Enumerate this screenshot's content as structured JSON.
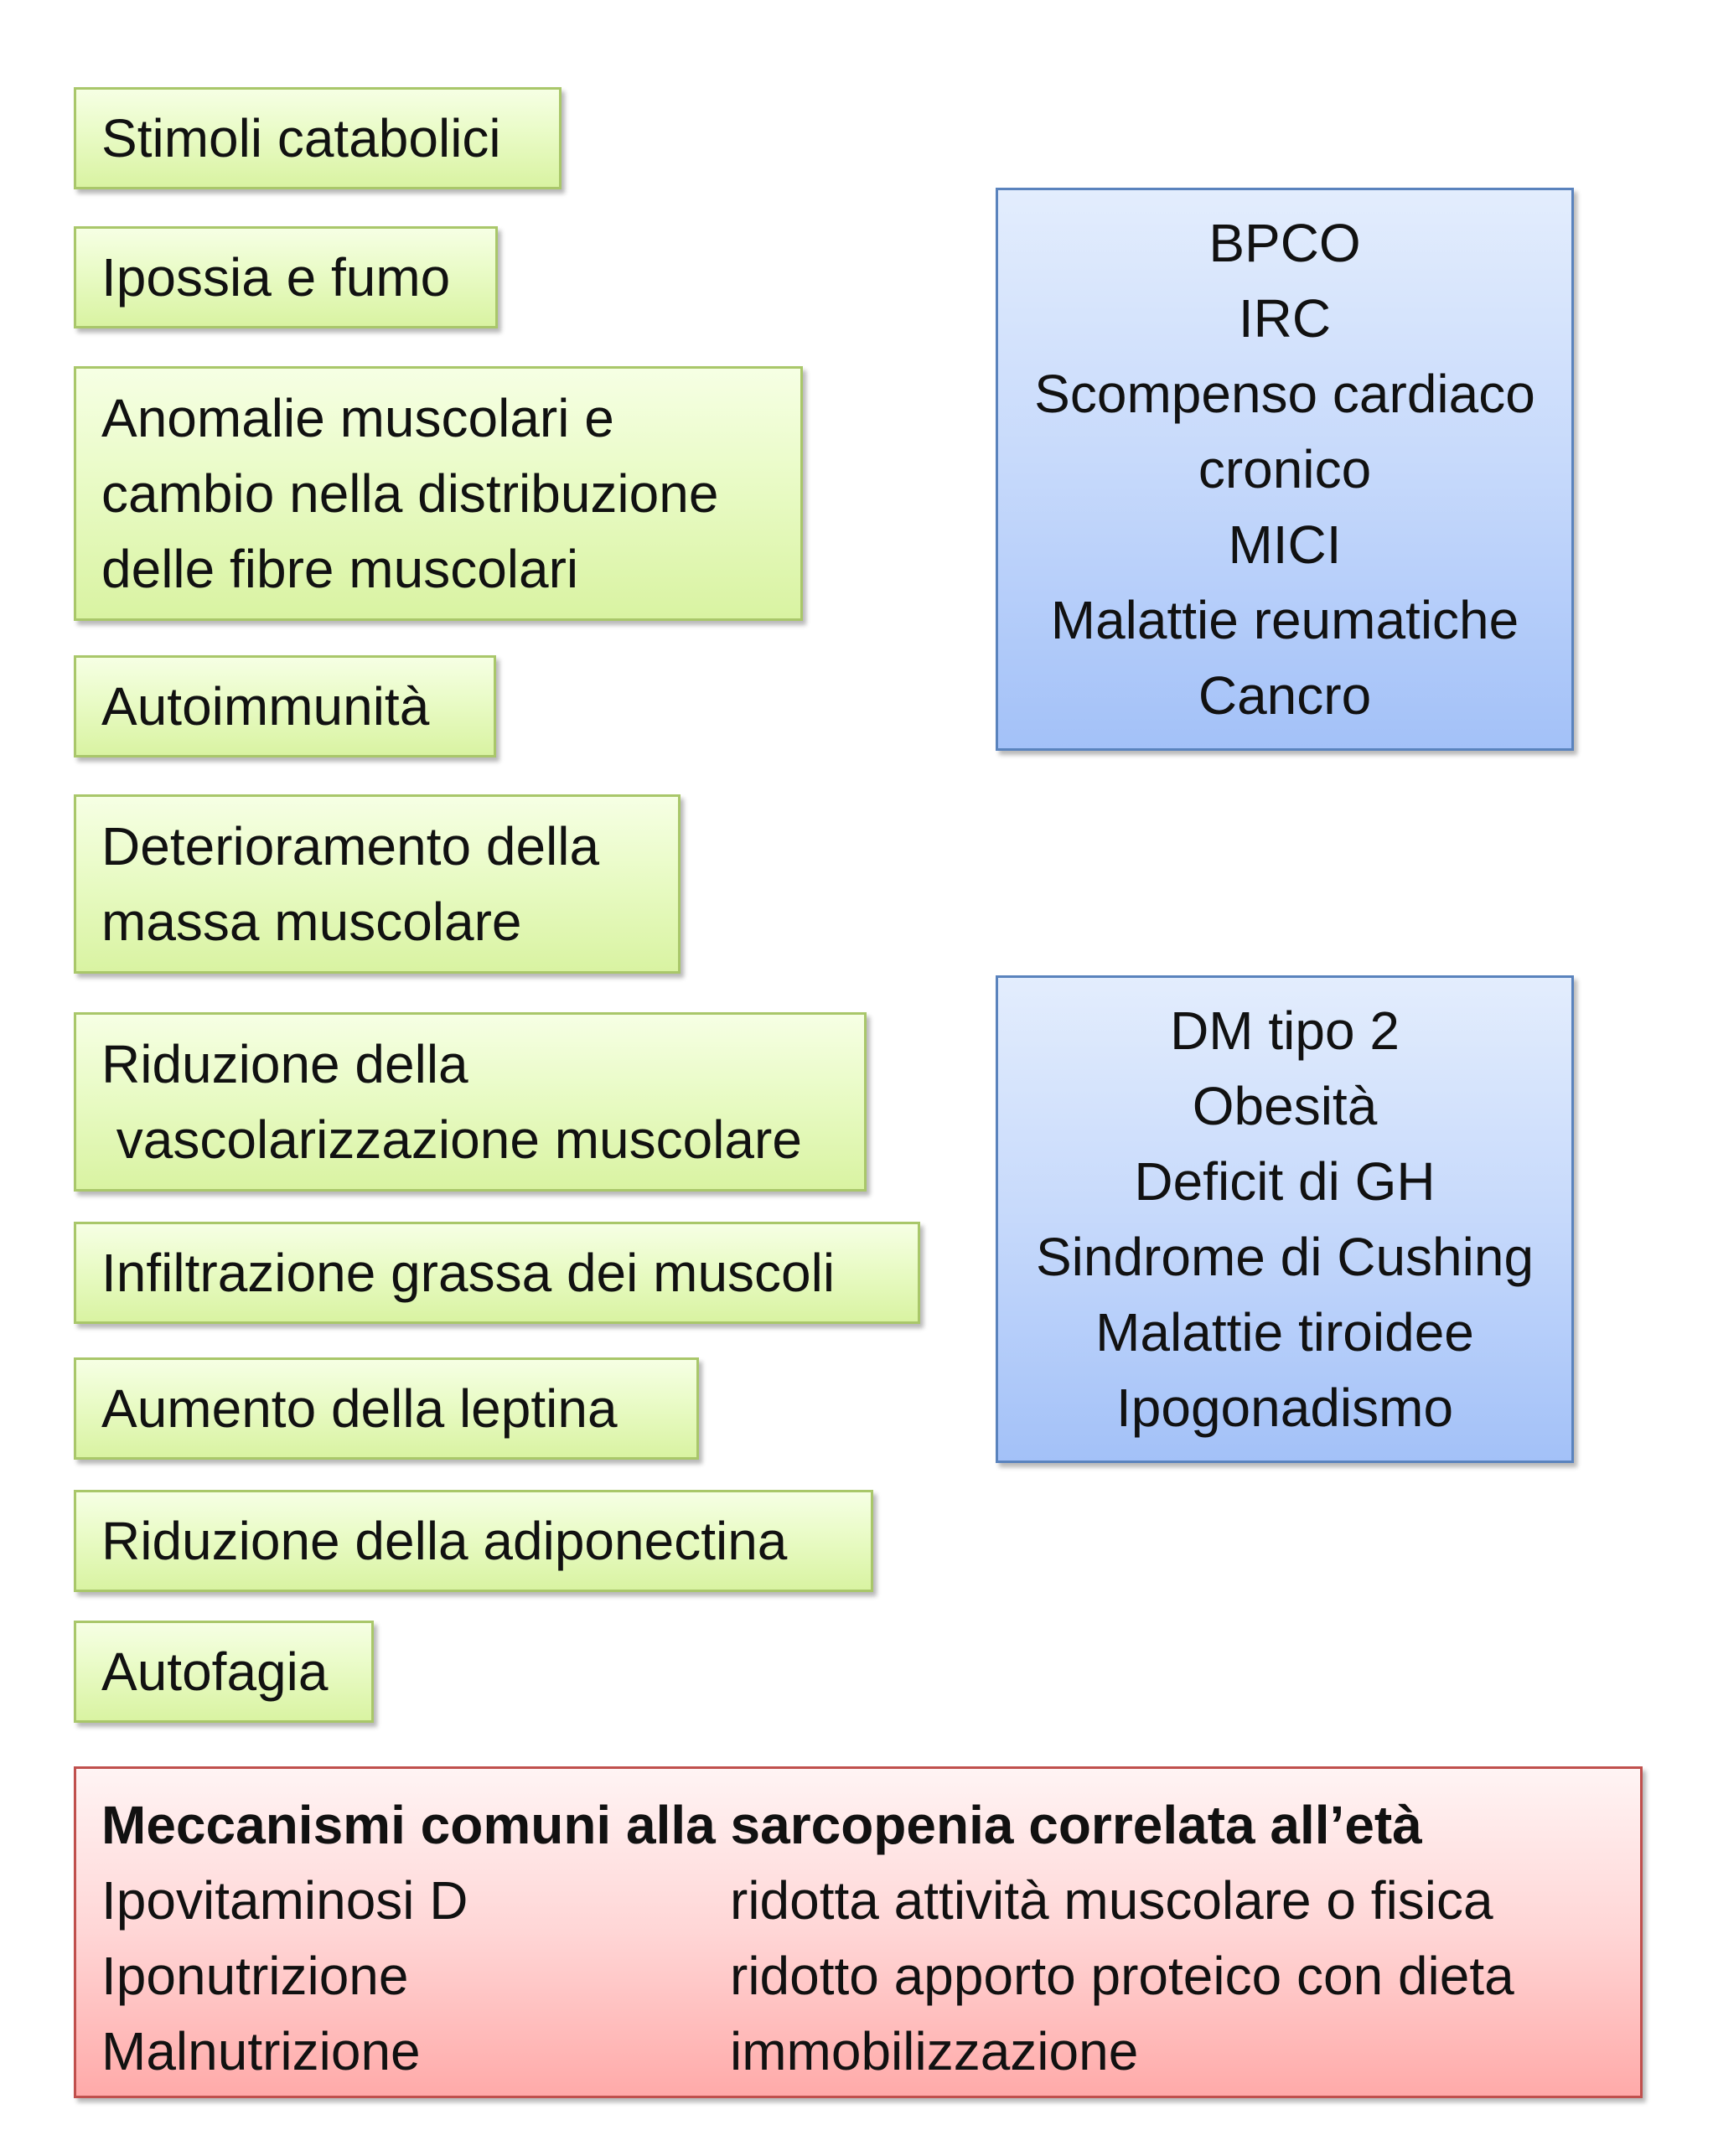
{
  "green_boxes": [
    {
      "lines": [
        "Stimoli catabolici"
      ]
    },
    {
      "lines": [
        "Ipossia e fumo"
      ]
    },
    {
      "lines": [
        "Anomalie muscolari e",
        "cambio nella distribuzione",
        "delle fibre muscolari"
      ]
    },
    {
      "lines": [
        "Autoimmunità"
      ]
    },
    {
      "lines": [
        "Deterioramento della",
        "massa muscolare"
      ]
    },
    {
      "lines": [
        "Riduzione della",
        " vascolarizzazione muscolare"
      ]
    },
    {
      "lines": [
        "Infiltrazione grassa dei muscoli"
      ]
    },
    {
      "lines": [
        "Aumento della leptina"
      ]
    },
    {
      "lines": [
        "Riduzione della adiponectina"
      ]
    },
    {
      "lines": [
        "Autofagia"
      ]
    }
  ],
  "blue_boxes": [
    {
      "lines": [
        "BPCO",
        "IRC",
        "Scompenso cardiaco",
        "cronico",
        "MICI",
        "Malattie reumatiche",
        "Cancro"
      ]
    },
    {
      "lines": [
        "DM tipo 2",
        "Obesità",
        "Deficit di GH",
        "Sindrome di Cushing",
        "Malattie tiroidee",
        "Ipogonadismo"
      ]
    }
  ],
  "common_mechanisms": {
    "title": "Meccanismi comuni alla sarcopenia correlata all’età",
    "rows": [
      [
        "Ipovitaminosi D",
        "ridotta attività muscolare o fisica"
      ],
      [
        "Iponutrizione",
        "ridotto apporto proteico con dieta"
      ],
      [
        "Malnutrizione",
        "immobilizzazione"
      ]
    ]
  }
}
